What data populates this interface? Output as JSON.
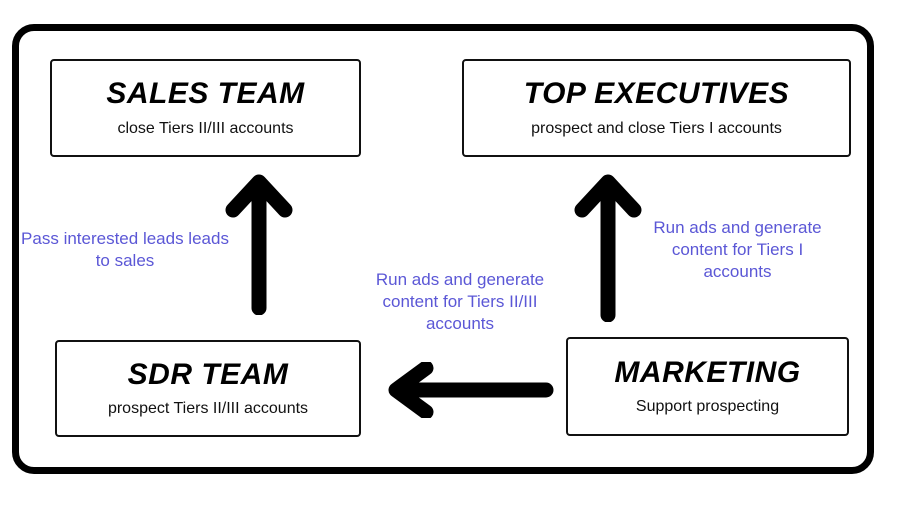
{
  "diagram": {
    "type": "flow-diagram",
    "background_color": "#ffffff",
    "frame_color": "#000000",
    "box_border_color": "#111111",
    "arrow_color": "#000000",
    "note_color": "#5B57D6",
    "boxes": [
      {
        "id": "sales-team",
        "title": "SALES TEAM",
        "subtitle": "close Tiers II/III accounts",
        "position": "top-left"
      },
      {
        "id": "top-executives",
        "title": "TOP EXECUTIVES",
        "subtitle": "prospect and close Tiers I accounts",
        "position": "top-right"
      },
      {
        "id": "sdr-team",
        "title": "SDR TEAM",
        "subtitle": "prospect Tiers II/III accounts",
        "position": "bottom-left"
      },
      {
        "id": "marketing",
        "title": "MARKETING",
        "subtitle": "Support prospecting",
        "position": "bottom-right"
      }
    ],
    "arrows": [
      {
        "id": "sdr-to-sales",
        "from": "sdr-team",
        "to": "sales-team",
        "direction": "up",
        "icon": "arrow-up-icon"
      },
      {
        "id": "marketing-to-executives",
        "from": "marketing",
        "to": "top-executives",
        "direction": "up",
        "icon": "arrow-up-icon"
      },
      {
        "id": "marketing-to-sdr",
        "from": "marketing",
        "to": "sdr-team",
        "direction": "left",
        "icon": "arrow-left-icon"
      }
    ],
    "notes": [
      {
        "id": "pass-leads",
        "text": "Pass interested leads leads to sales",
        "attached_arrow": "sdr-to-sales"
      },
      {
        "id": "ads-tiers-23",
        "text": "Run ads and generate content for Tiers II/III accounts",
        "attached_arrow": "marketing-to-sdr"
      },
      {
        "id": "ads-tier-1",
        "text": "Run ads and generate content for Tiers I accounts",
        "attached_arrow": "marketing-to-executives"
      }
    ]
  }
}
